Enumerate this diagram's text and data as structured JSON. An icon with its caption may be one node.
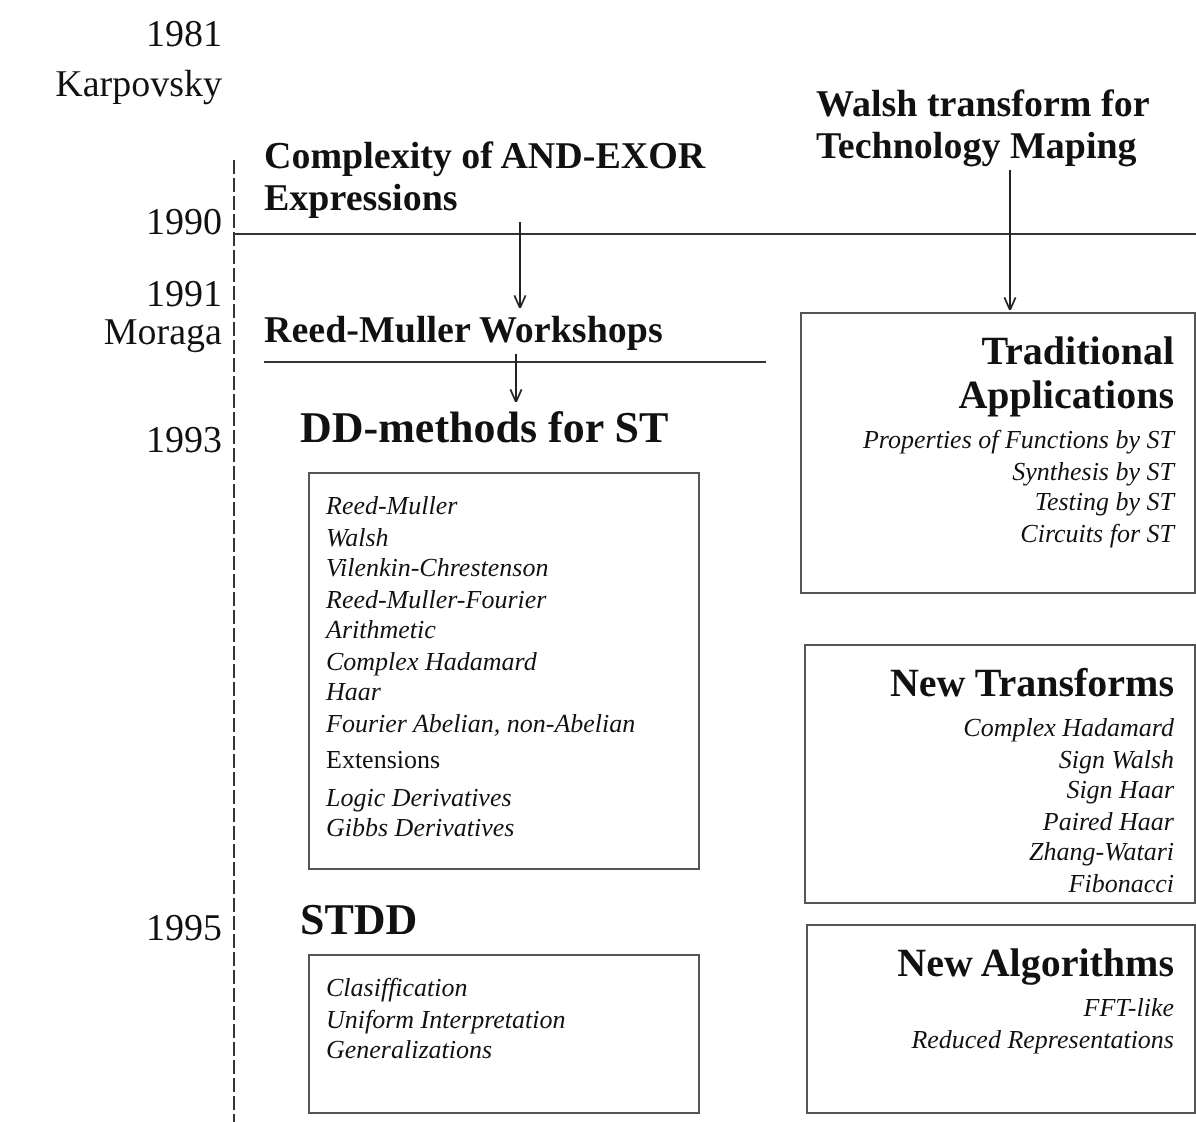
{
  "diagram": {
    "nodes": [
      {
        "text": [
          "Complexity of AND-EXOR Expressions"
        ]
      },
      {
        "text": [
          "Walsh transform for Technology Maping"
        ]
      },
      {
        "text": [
          "Reed-Muller Workshops"
        ]
      },
      {
        "text": [
          "DD-methods for ST",
          "Reed-Muller",
          "Walsh",
          "Vilenkin-Chrestenson",
          "Reed-Muller-Fourier",
          "Arithmetic",
          "Complex Hadamard",
          "Haar",
          "Fourier Abelian, non-Abelian",
          "Extensions",
          "Logic Derivatives",
          "Gibbs Derivatives"
        ]
      },
      {
        "text": [
          "Traditional Applications",
          "Properties of Functions by ST",
          "Synthesis by ST",
          "Testing by ST",
          "Circuits for ST"
        ]
      },
      {
        "text": [
          "New Transforms",
          "Complex Hadamard",
          "Sign Walsh",
          "Sign Haar",
          "Paired Haar",
          "Zhang-Watari",
          "Fibonacci"
        ]
      },
      {
        "text": [
          "STDD",
          "Clasiffication",
          "Uniform Interpretation",
          "Generalizations"
        ]
      },
      {
        "text": [
          "New Algorithms",
          "FFT-like",
          "Reduced Representations"
        ]
      }
    ],
    "edges": [
      {
        "from": 0,
        "to": 2,
        "arrow": "to"
      },
      {
        "from": 1,
        "to": 4,
        "arrow": "to"
      },
      {
        "from": 2,
        "to": 3,
        "arrow": "to"
      }
    ],
    "labels": [
      "1981",
      "Karpovsky",
      "1990",
      "1991",
      "Moraga",
      "1993",
      "1995"
    ]
  }
}
